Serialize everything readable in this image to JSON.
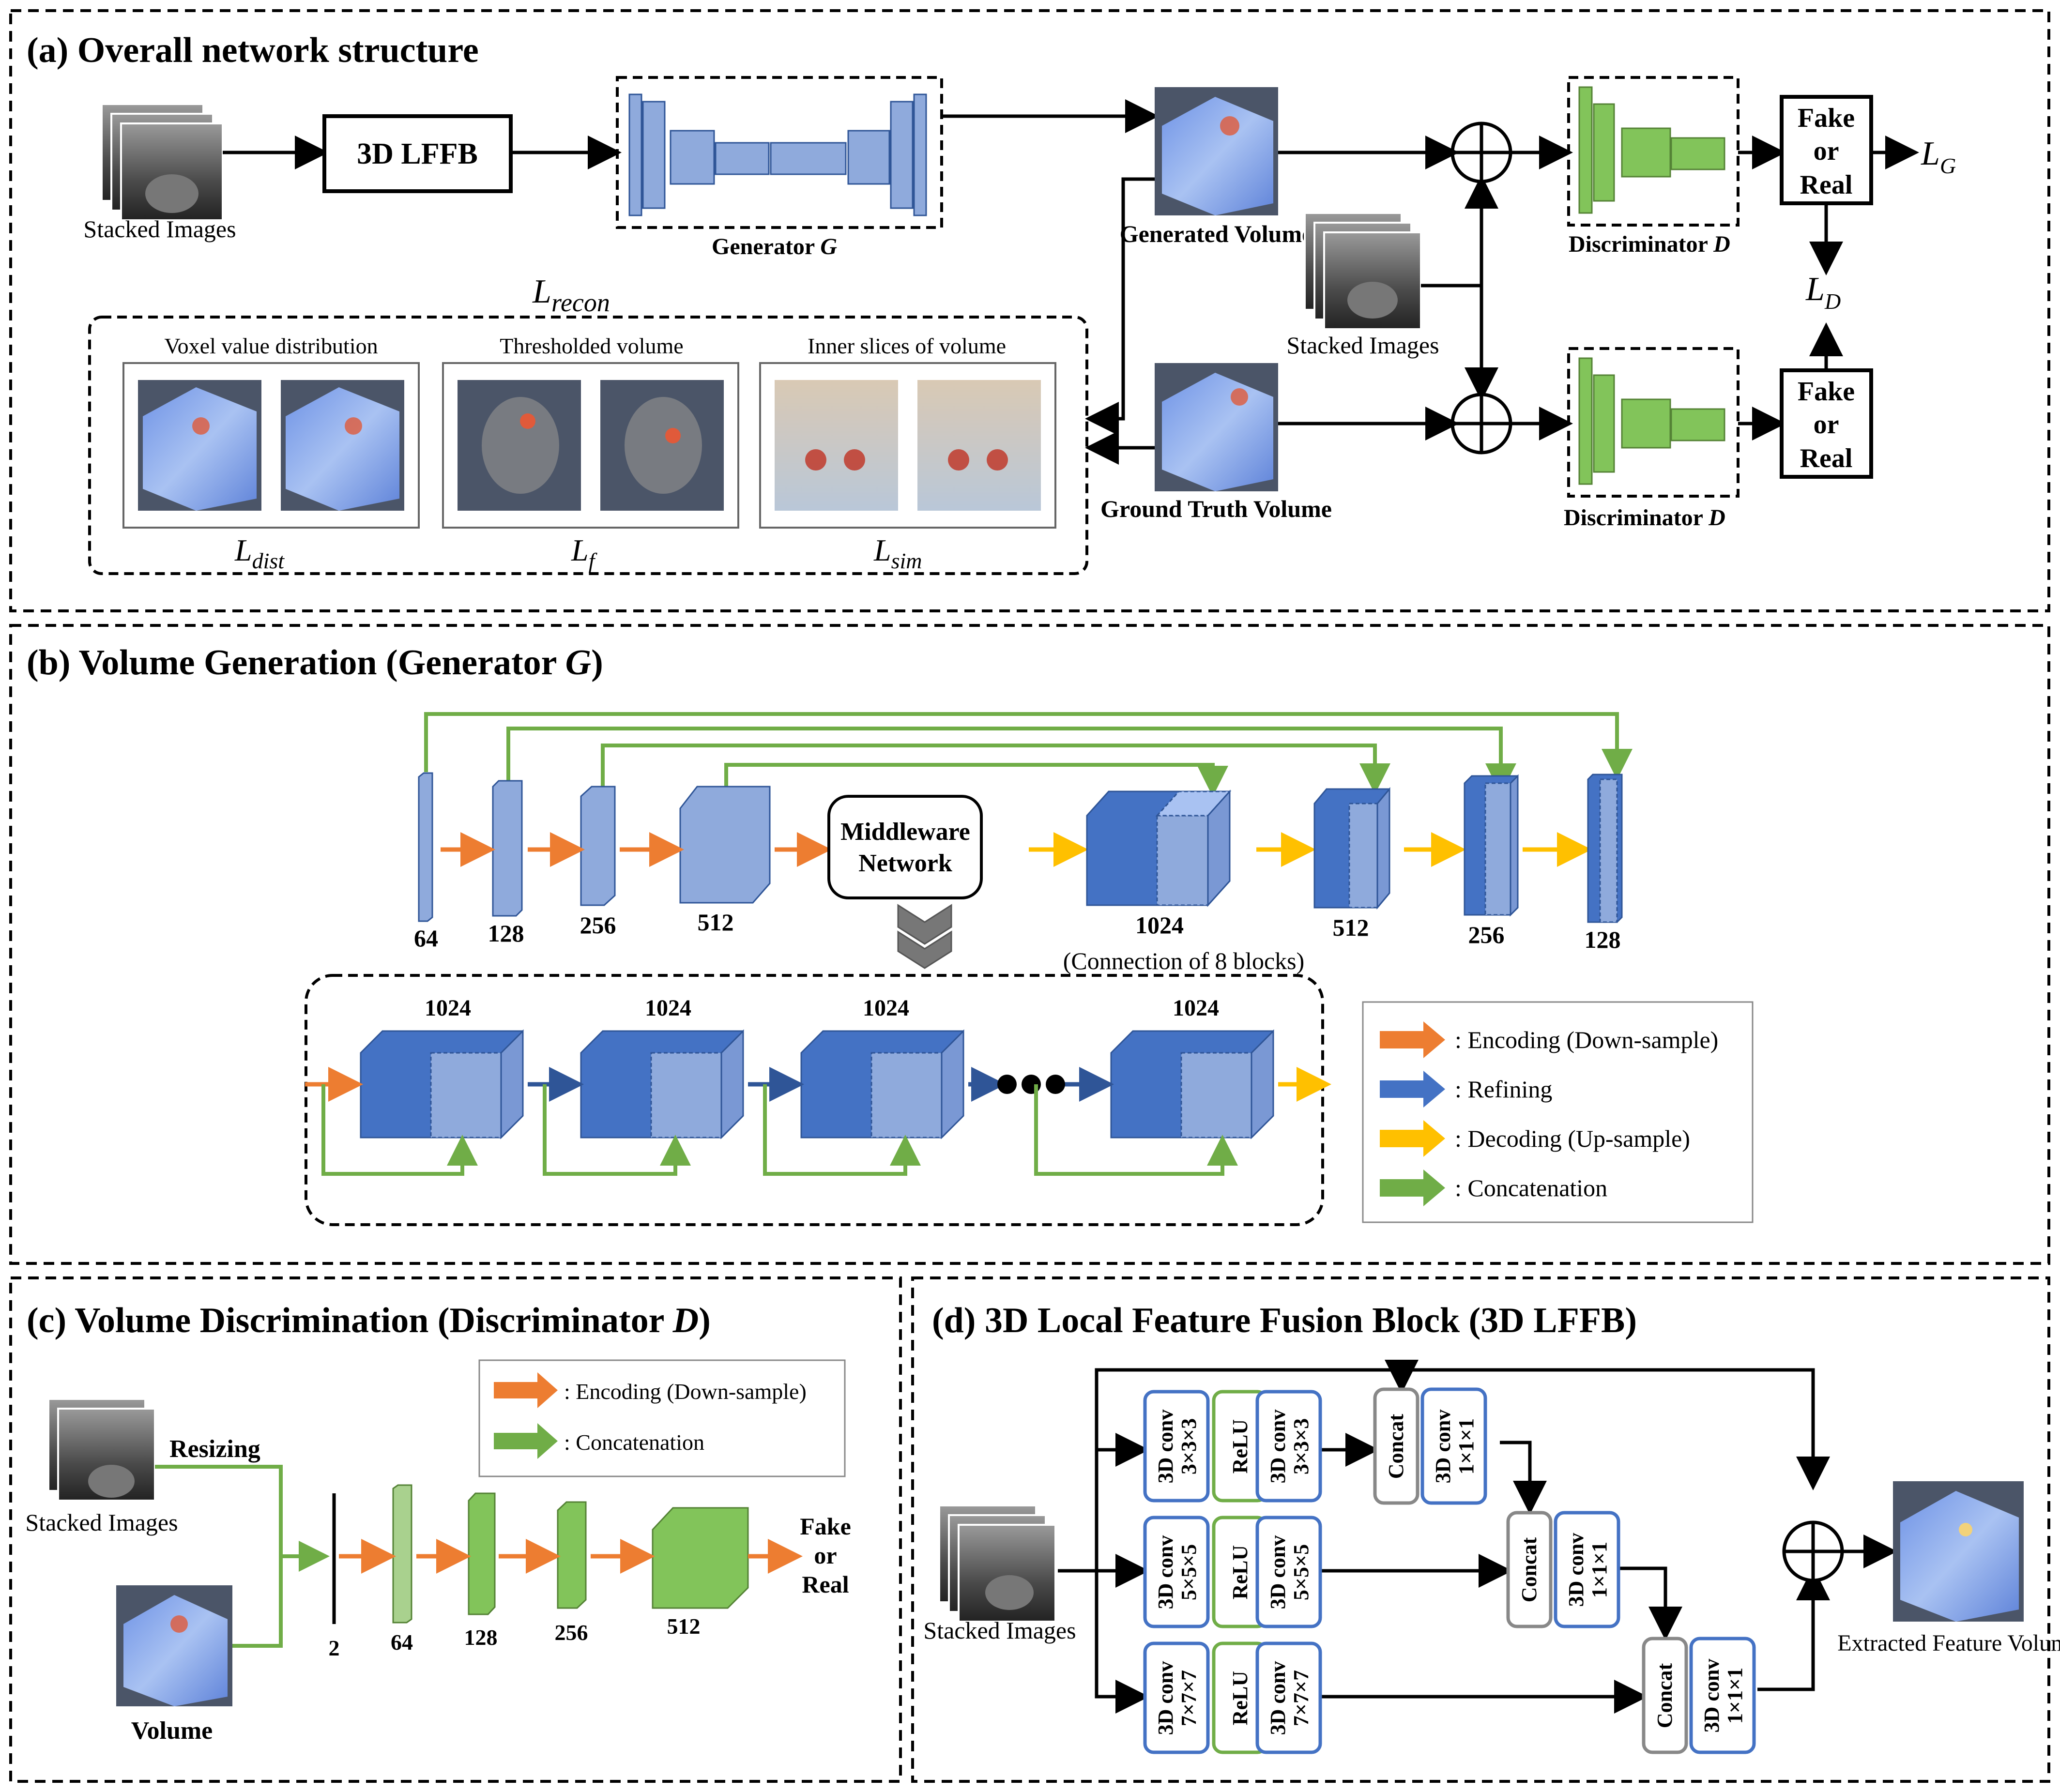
{
  "panel_a": {
    "title": "(a) Overall network structure",
    "stacked_images": "Stacked Images",
    "lffb": "3D LFFB",
    "generator": "Generator ",
    "generator_sym": "G",
    "generated_volume": "Generated Volume",
    "ground_truth_volume": "Ground Truth Volume",
    "discriminator": "Discriminator ",
    "discriminator_sym": "D",
    "fake": "Fake",
    "or": "or",
    "real": "Real",
    "loss_g": "L",
    "loss_g_sub": "G",
    "loss_d": "L",
    "loss_d_sub": "D",
    "recon": "L",
    "recon_sub": "recon",
    "sub_voxel": "Voxel value distribution",
    "sub_threshold": "Thresholded volume",
    "sub_inner": "Inner slices of volume",
    "l_dist_sub": "dist",
    "l_f_sub": "f",
    "l_sim_sub": "sim"
  },
  "panel_b": {
    "title": "(b) Volume Generation (Generator ",
    "title_sym": "G",
    "title_end": ")",
    "encoder_labels": [
      "64",
      "128",
      "256",
      "512"
    ],
    "middleware_1": "Middleware",
    "middleware_2": "Network",
    "decoder_labels": [
      "1024",
      "512",
      "256",
      "128"
    ],
    "connection_note": "(Connection of 8 blocks)",
    "block_labels": [
      "1024",
      "1024",
      "1024",
      "1024"
    ],
    "legend": [
      {
        "text": ": Encoding (Down-sample)",
        "color": "#ED7D31"
      },
      {
        "text": ": Refining",
        "color": "#4472C4"
      },
      {
        "text": ": Decoding (Up-sample)",
        "color": "#FFC000"
      },
      {
        "text": ": Concatenation",
        "color": "#70AD47"
      }
    ]
  },
  "panel_c": {
    "title": "(c) Volume Discrimination (Discriminator ",
    "title_sym": "D",
    "title_end": ")",
    "legend": [
      {
        "text": ": Encoding (Down-sample)",
        "color": "#ED7D31"
      },
      {
        "text": ": Concatenation",
        "color": "#70AD47"
      }
    ],
    "resizing": "Resizing",
    "stacked_images": "Stacked Images",
    "volume": "Volume",
    "channel_labels": [
      "2",
      "64",
      "128",
      "256",
      "512"
    ],
    "fake": "Fake",
    "or": "or",
    "real": "Real"
  },
  "panel_d": {
    "title": "(d) 3D Local Feature Fusion Block (3D LFFB)",
    "stacked_images": "Stacked Images",
    "rows": [
      {
        "conv_a": "3D conv",
        "k": "3×3×3",
        "relu": "ReLU"
      },
      {
        "conv_a": "3D conv",
        "k": "5×5×5",
        "relu": "ReLU"
      },
      {
        "conv_a": "3D conv",
        "k": "7×7×7",
        "relu": "ReLU"
      }
    ],
    "concat": "Concat",
    "conv1": "3D conv",
    "k1": "1×1×1",
    "extracted": "Extracted Feature Volume"
  },
  "colors": {
    "encoding": "#ED7D31",
    "refining": "#2F5597",
    "decoding": "#FFC000",
    "concatenation": "#70AD47",
    "block_dark": "#4472C4",
    "block_light": "#8FAADC",
    "disc_green": "#82C45A"
  }
}
